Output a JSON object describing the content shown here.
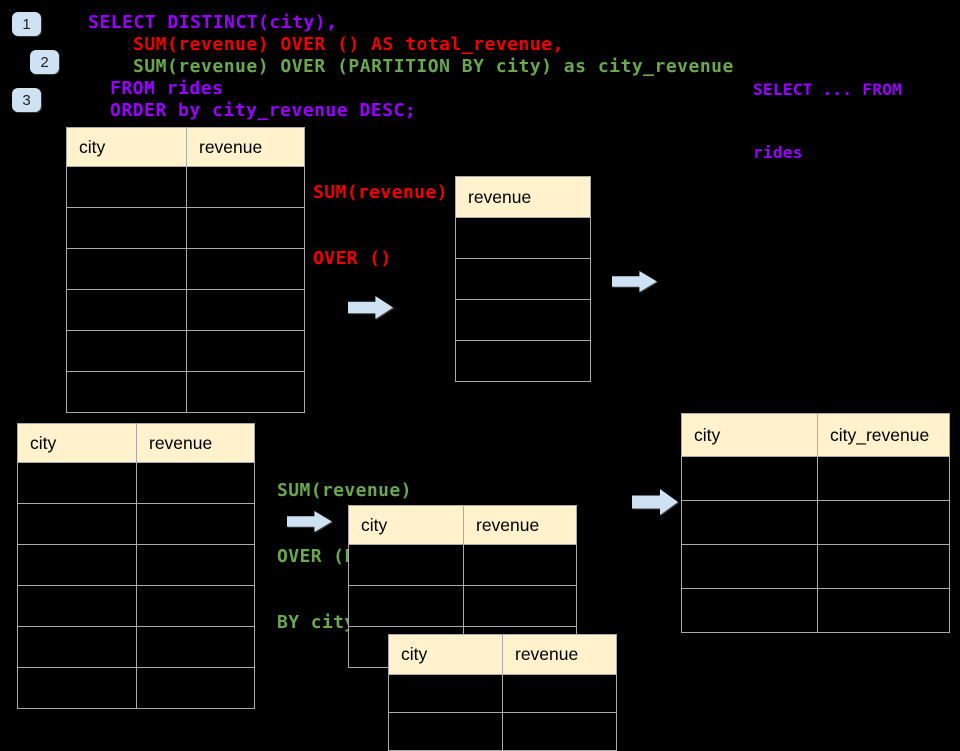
{
  "step_badges": [
    {
      "label": "1"
    },
    {
      "label": "2"
    },
    {
      "label": "3"
    }
  ],
  "code": {
    "lines": [
      {
        "text": "SELECT DISTINCT(city),",
        "color": "purple"
      },
      {
        "text": "SUM(revenue) OVER () AS total_revenue,",
        "color": "red"
      },
      {
        "text": "SUM(revenue) OVER (PARTITION BY city) as city_revenue",
        "color": "green"
      },
      {
        "text": "FROM rides",
        "color": "purple"
      },
      {
        "text": "ORDER by city_revenue DESC;",
        "color": "purple"
      }
    ]
  },
  "side_note": {
    "lines": [
      "SELECT ... FROM",
      "rides"
    ]
  },
  "annotations": {
    "total_revenue_label": {
      "lines": [
        "SUM(revenue)",
        "OVER ()"
      ]
    },
    "partition_label": {
      "lines": [
        "SUM(revenue)",
        "OVER (PARTITION",
        "BY city)"
      ]
    }
  },
  "tables": {
    "source_top": {
      "headers": [
        "city",
        "revenue"
      ],
      "empty_rows": 6
    },
    "total_result": {
      "headers": [
        "revenue"
      ],
      "empty_rows": 4
    },
    "source_bottom": {
      "headers": [
        "city",
        "revenue"
      ],
      "empty_rows": 6
    },
    "partition_step": {
      "headers": [
        "city",
        "revenue"
      ],
      "empty_rows": 3
    },
    "partition_step_front": {
      "headers": [
        "city",
        "revenue"
      ],
      "empty_rows": 2
    },
    "final_result": {
      "headers": [
        "city",
        "city_revenue"
      ],
      "empty_rows": 4
    }
  },
  "icons": {
    "flow_arrow": "right-block-arrow"
  },
  "colors": {
    "bg": "#000000",
    "purple": "#9900ff",
    "red": "#ee0000",
    "green": "#6aa84f",
    "table-header-fill": "#fff2cc",
    "table-border": "#aaaaaa",
    "header-text": "#000000",
    "arrow-fill": "#cfe2f3",
    "badge-fill": "#cfe2f3"
  }
}
